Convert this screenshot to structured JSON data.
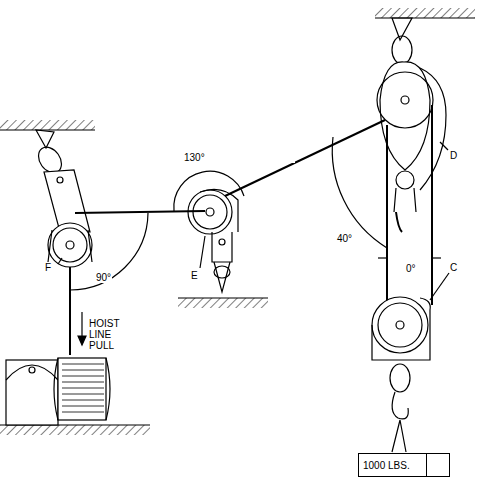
{
  "diagram": {
    "nodes": [
      {
        "text": [
          "1000 LBS."
        ]
      }
    ],
    "labels": [
      "130°",
      "F",
      "90°",
      "E",
      "40°",
      "D",
      "0°",
      "C",
      "HOIST LINE PULL"
    ]
  }
}
